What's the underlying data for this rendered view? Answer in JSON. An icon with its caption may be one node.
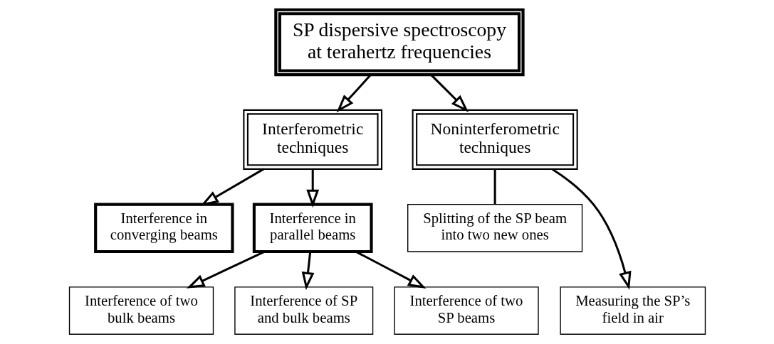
{
  "diagram": {
    "nodes": [
      {
        "text": [
          "SP dispersive spectroscopy at terahertz frequencies"
        ]
      },
      {
        "text": [
          "Interferometric techniques"
        ]
      },
      {
        "text": [
          "Noninterferometric techniques"
        ]
      },
      {
        "text": [
          "Interference in converging beams"
        ]
      },
      {
        "text": [
          "Interference in parallel beams"
        ]
      },
      {
        "text": [
          "Splitting of the SP beam into two new ones"
        ]
      },
      {
        "text": [
          "Interference of two bulk beams"
        ]
      },
      {
        "text": [
          "Interference of SP and bulk beams"
        ]
      },
      {
        "text": [
          "Interference of two SP beams"
        ]
      },
      {
        "text": [
          "Measuring the SP’s field in air"
        ]
      }
    ],
    "edges": [
      {
        "from": 0,
        "to": 1,
        "arrow": "to"
      },
      {
        "from": 0,
        "to": 2,
        "arrow": "to"
      },
      {
        "from": 1,
        "to": 3,
        "arrow": "to"
      },
      {
        "from": 1,
        "to": 4,
        "arrow": "to"
      },
      {
        "from": 2,
        "to": 5,
        "arrow": "none"
      },
      {
        "from": 2,
        "to": 9,
        "arrow": "to"
      },
      {
        "from": 4,
        "to": 6,
        "arrow": "to"
      },
      {
        "from": 4,
        "to": 7,
        "arrow": "to"
      },
      {
        "from": 4,
        "to": 8,
        "arrow": "to"
      }
    ]
  }
}
